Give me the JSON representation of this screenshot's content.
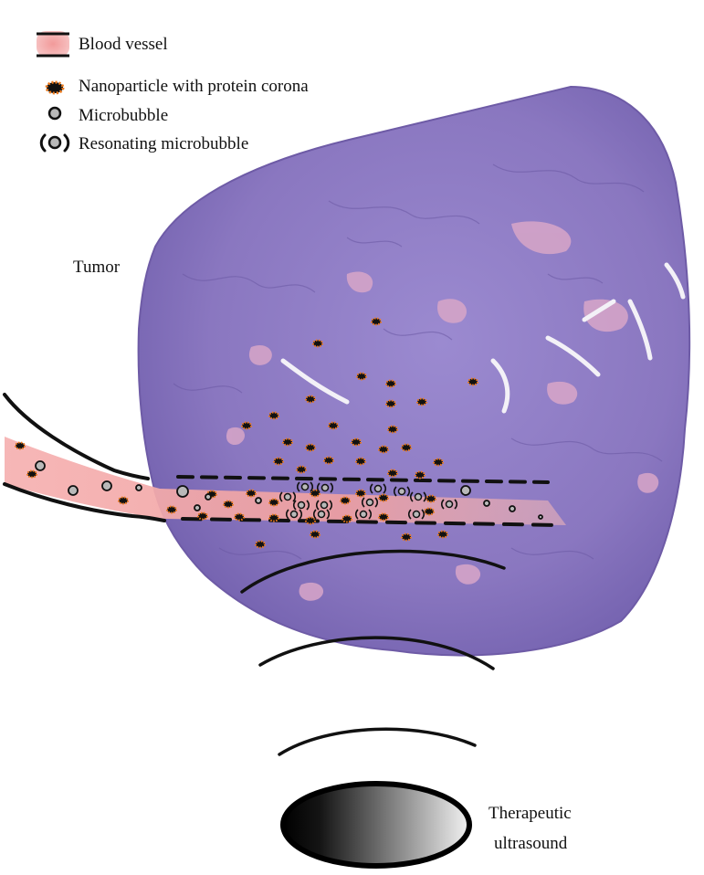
{
  "legend": {
    "items": [
      {
        "label": "Blood vessel",
        "icon": "blood-vessel-icon"
      },
      {
        "label": "Nanoparticle with protein corona",
        "icon": "nanoparticle-icon"
      },
      {
        "label": "Microbubble",
        "icon": "microbubble-icon"
      },
      {
        "label": "Resonating microbubble",
        "icon": "resonating-microbubble-icon"
      }
    ]
  },
  "labels": {
    "tumor": "Tumor",
    "transducer_line1": "Therapeutic",
    "transducer_line2": "ultrasound"
  },
  "colors": {
    "tissue": "#8e7cc3",
    "tissue_dark": "#6f5aa8",
    "stroma": "#d9a9c9",
    "vessel": "#f2a3a3",
    "nanoparticle": "#111111",
    "corona": "#f07a1a",
    "microbubble": "#b9b9b9"
  }
}
